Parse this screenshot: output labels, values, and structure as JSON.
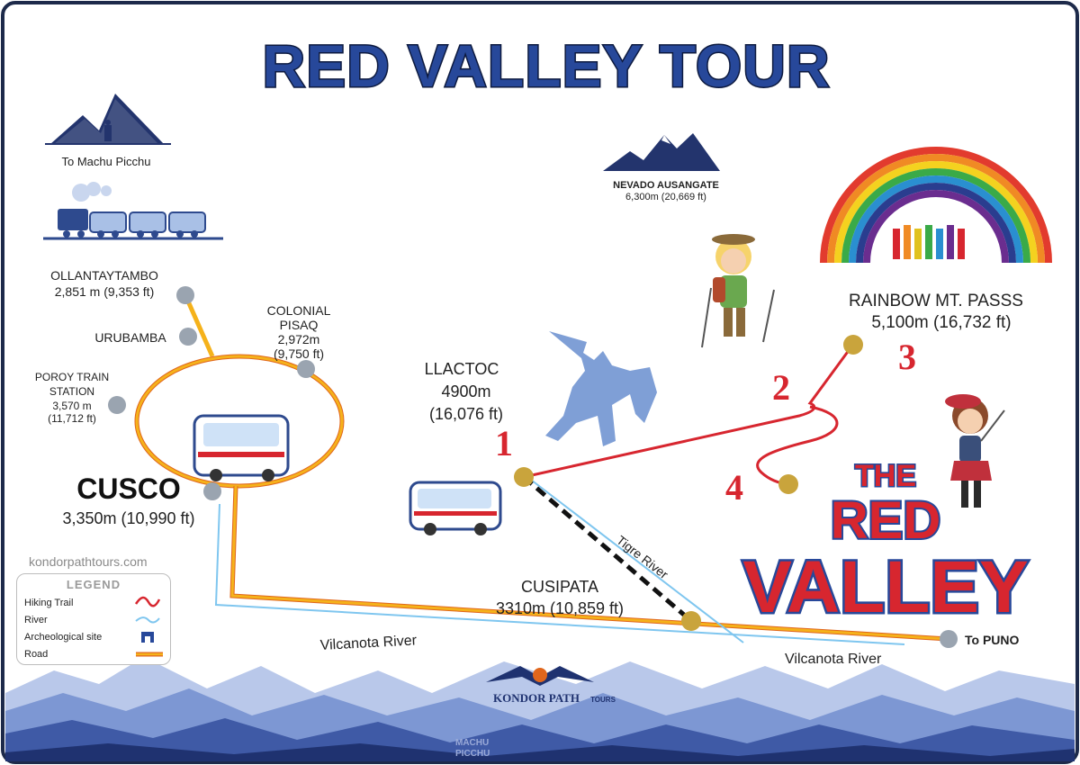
{
  "title": "RED VALLEY TOUR",
  "colors": {
    "title_blue": "#27489a",
    "trail_red": "#d7262f",
    "road_yellow": "#f5b21b",
    "road_orange": "#e0661c",
    "river_blue": "#7fc6ef",
    "node_gold": "#c9a43c",
    "node_grey": "#9aa4b0",
    "rainbow": [
      "#e23b2e",
      "#f08a24",
      "#f4d21f",
      "#3aaa48",
      "#2a8fd0",
      "#2a3d8f",
      "#6a2d8f"
    ]
  },
  "machu_picchu": {
    "label": "To Machu Picchu",
    "icon": "mountain-llama-icon"
  },
  "train": {
    "icon": "train-icon"
  },
  "ausangate": {
    "name": "NEVADO AUSANGATE",
    "elevation": "6,300m (20,669 ft)",
    "icon": "mountain-range-icon"
  },
  "places": {
    "ollantaytambo": {
      "name": "OLLANTAYTAMBO",
      "elevation": "2,851 m (9,353 ft)"
    },
    "urubamba": {
      "name": "URUBAMBA"
    },
    "pisaq": {
      "line1": "COLONIAL",
      "line2": "PISAQ",
      "line3": "2,972m",
      "line4": "(9,750 ft)"
    },
    "poroy": {
      "line1": "POROY TRAIN",
      "line2": "STATION",
      "line3": "3,570 m",
      "line4": "(11,712 ft)"
    },
    "cusco": {
      "name": "CUSCO",
      "elevation": "3,350m (10,990 ft)"
    },
    "llactoc": {
      "name": "LLACTOC",
      "elevation_m": "4900m",
      "elevation_ft": "(16,076 ft)"
    },
    "cusipata": {
      "name": "CUSIPATA",
      "elevation": "3310m (10,859 ft)"
    },
    "rainbow": {
      "name": "RAINBOW MT. PASSS",
      "elevation": "5,100m (16,732 ft)"
    },
    "puno": {
      "name": "To PUNO"
    }
  },
  "waypoints": [
    "1",
    "2",
    "3",
    "4"
  ],
  "rivers": {
    "vilcanota_1": "Vilcanota River",
    "vilcanota_2": "Vilcanota River",
    "tigre": "Tigre River"
  },
  "website": "kondorpathtours.com",
  "legend": {
    "title": "LEGEND",
    "items": [
      {
        "label": "Hiking Trail",
        "icon": "hiking-trail-symbol"
      },
      {
        "label": "River",
        "icon": "river-symbol"
      },
      {
        "label": "Archeological site",
        "icon": "archeological-site-icon"
      },
      {
        "label": "Road",
        "icon": "road-symbol"
      }
    ]
  },
  "logo": {
    "brand": "KONDOR PATH",
    "suffix": "TOURS",
    "sub1": "MACHU",
    "sub2": "PICCHU"
  },
  "red_valley_sign": {
    "line1": "THE",
    "line2": "RED",
    "line3": "VALLEY"
  }
}
